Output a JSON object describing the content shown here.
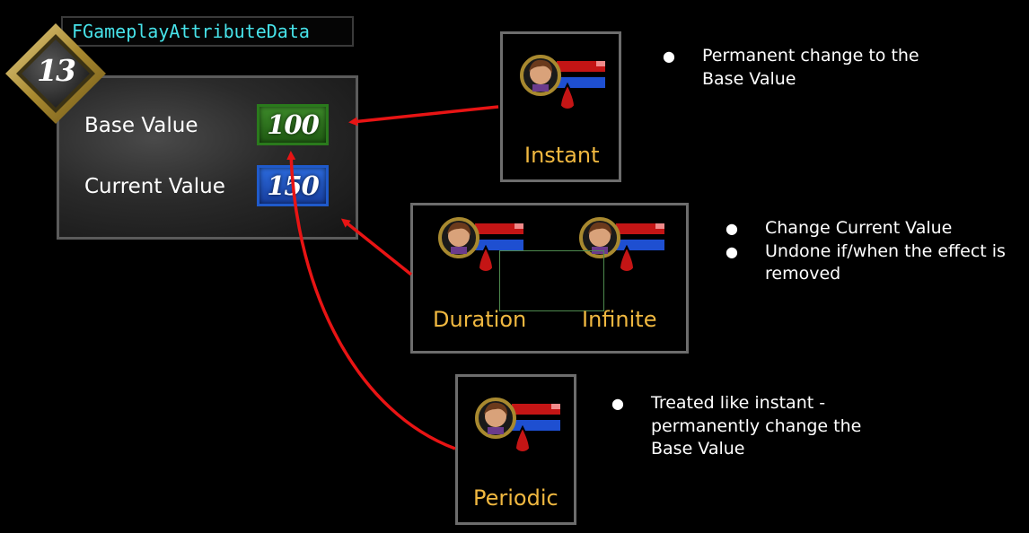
{
  "struct_name": "FGameplayAttributeData",
  "level_badge": "13",
  "attributes": {
    "base": {
      "label": "Base Value",
      "value": "100"
    },
    "current": {
      "label": "Current Value",
      "value": "150"
    }
  },
  "effects": {
    "instant": {
      "label": "Instant"
    },
    "duration": {
      "label": "Duration"
    },
    "infinite": {
      "label": "Infinite"
    },
    "periodic": {
      "label": "Periodic"
    }
  },
  "notes": {
    "instant": [
      "Permanent change to the Base Value"
    ],
    "duration": [
      "Change Current Value",
      "Undone if/when the effect is removed"
    ],
    "periodic": [
      "Treated like instant - permanently change the Base Value"
    ]
  },
  "colors": {
    "arrow": "#e81414",
    "effect_label": "#f0b840",
    "struct_name": "#47e3ea",
    "base_value_box": "#2f7a1f",
    "current_value_box": "#2462cf",
    "badge_gold": "#b89a3c"
  }
}
